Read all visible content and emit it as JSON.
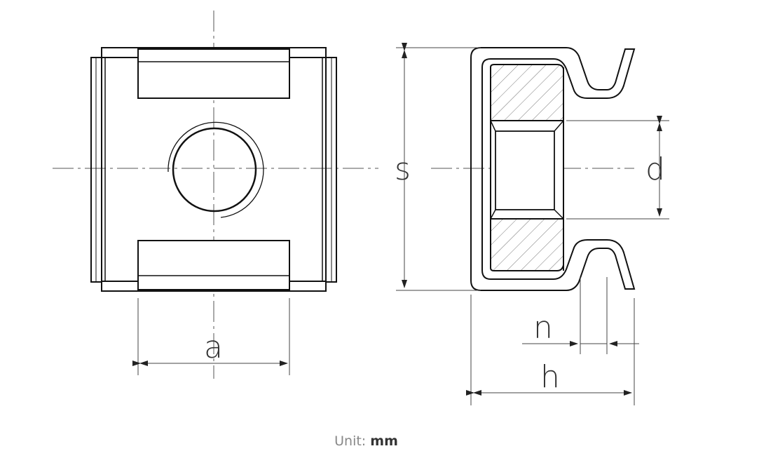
{
  "dimensions": {
    "a": "a",
    "s": "s",
    "d": "d",
    "n": "n",
    "h": "h"
  },
  "unit": {
    "label": "Unit:",
    "value": "mm"
  }
}
